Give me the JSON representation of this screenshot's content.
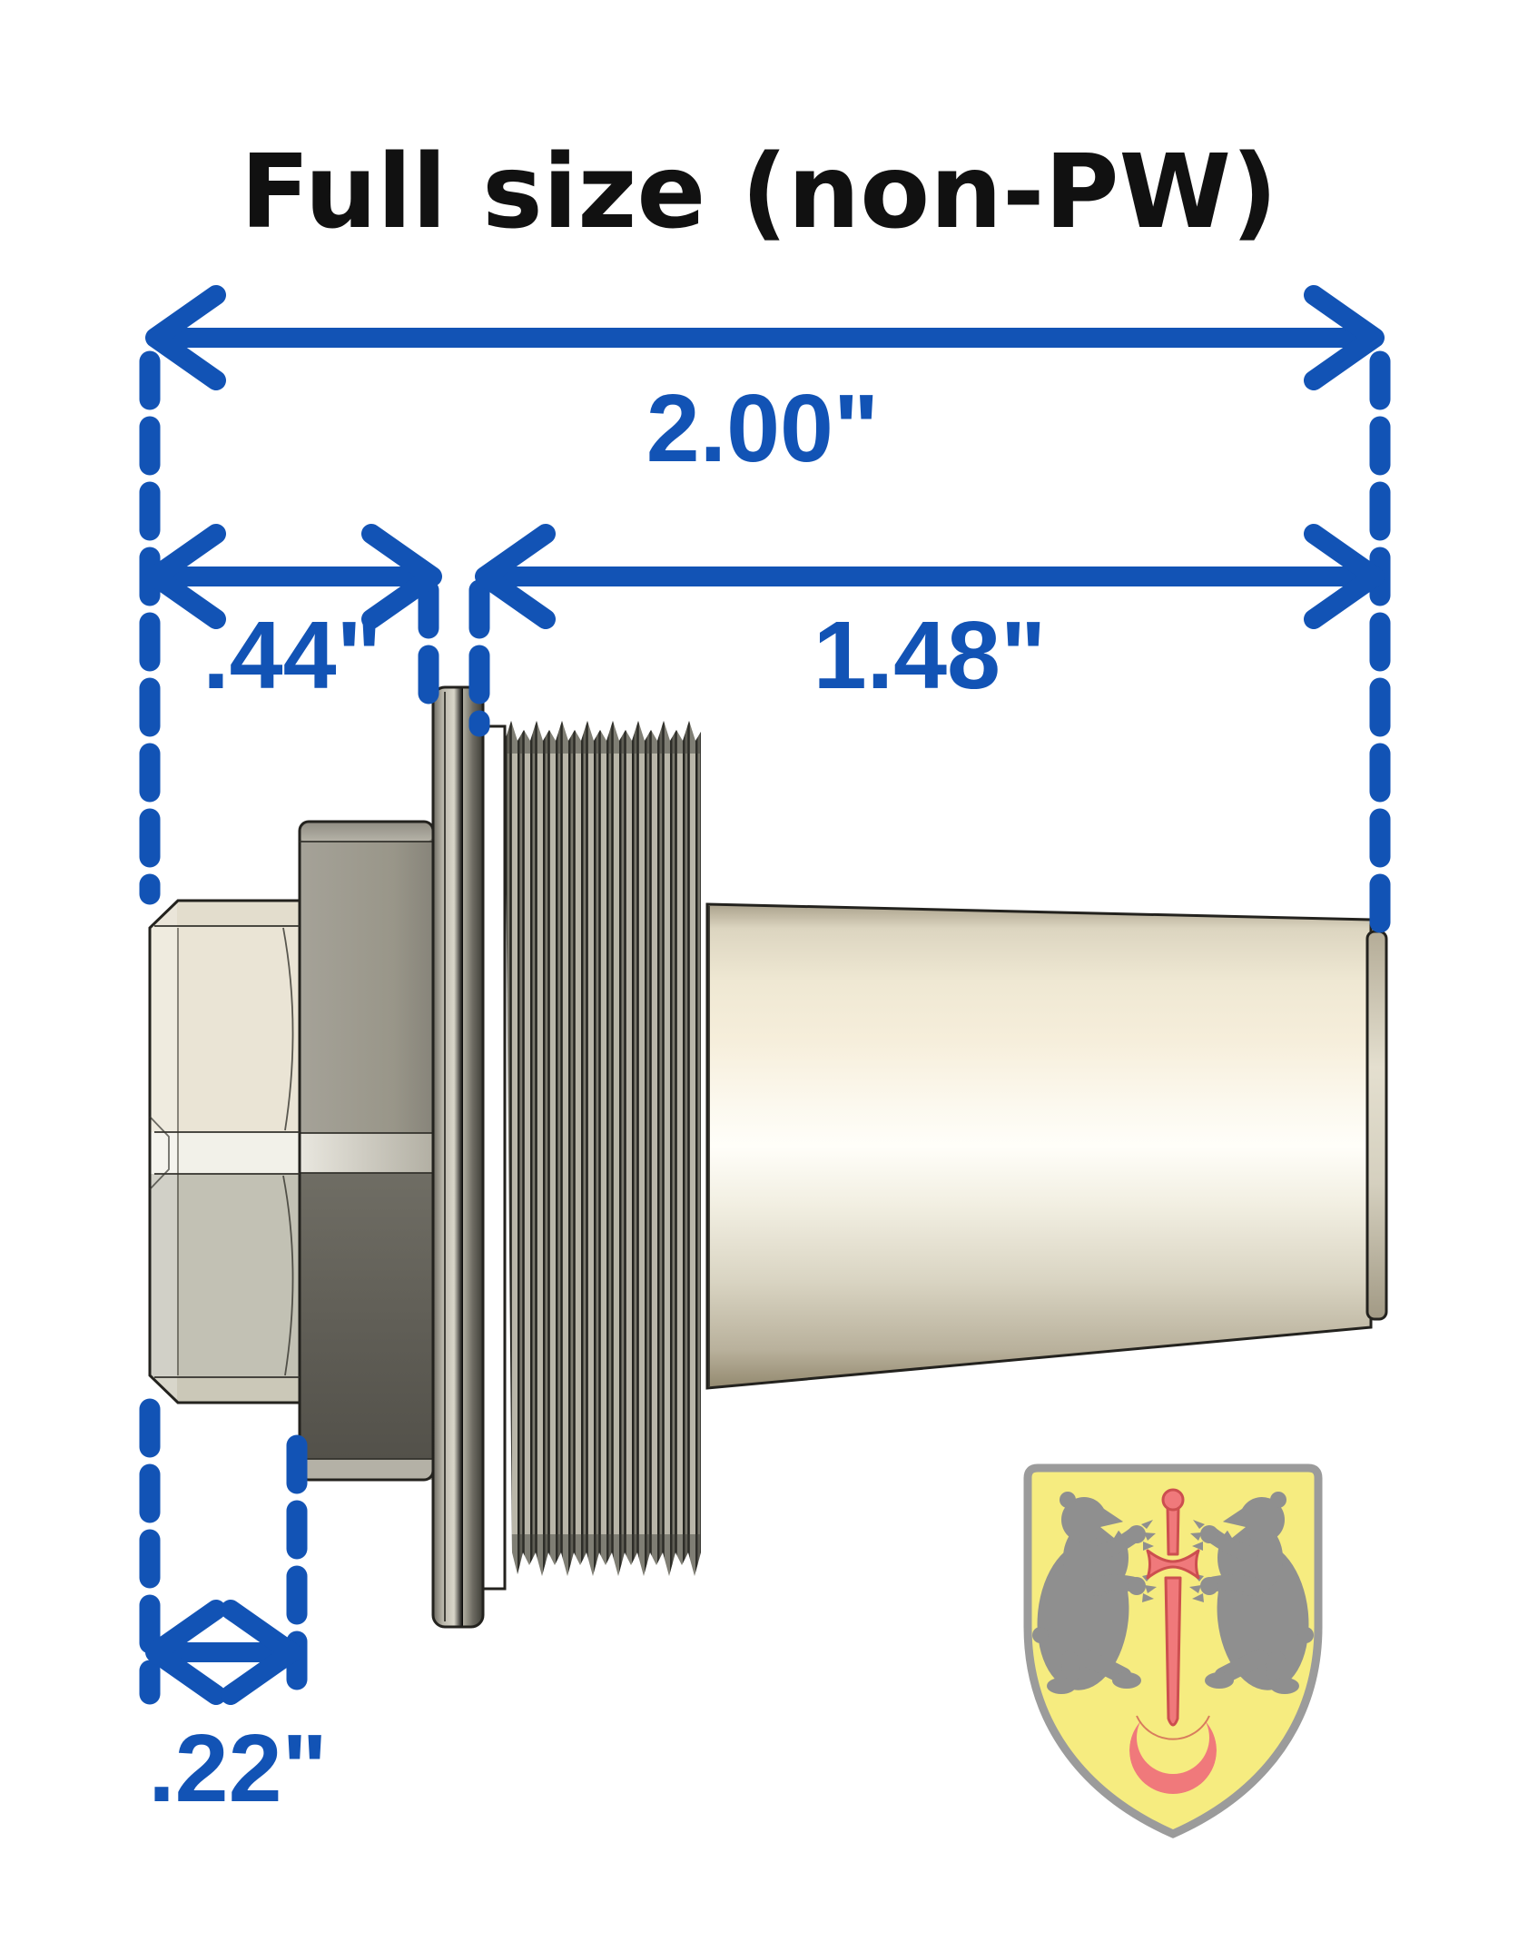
{
  "title": "Full size (non-PW)",
  "dimensions": {
    "overall": {
      "label": "2.00\""
    },
    "left_section": {
      "label": ".44\""
    },
    "right_section": {
      "label": "1.48\""
    },
    "hex_nut_width": {
      "label": ".22\""
    }
  },
  "colors": {
    "dimension_blue": "#1253B5",
    "title_black": "#111111",
    "shield_field": "#F6EC80",
    "shield_border": "#9B9B9B",
    "bear_gray": "#8F8F8F",
    "emblem_red": "#F0797B",
    "emblem_red_outline": "#CC4F4F"
  },
  "icons": {
    "crest": "heraldic-shield-icon",
    "crest_elements": [
      "bear-rampant-left-icon",
      "bear-rampant-right-icon",
      "sword-icon",
      "crescent-icon"
    ]
  }
}
